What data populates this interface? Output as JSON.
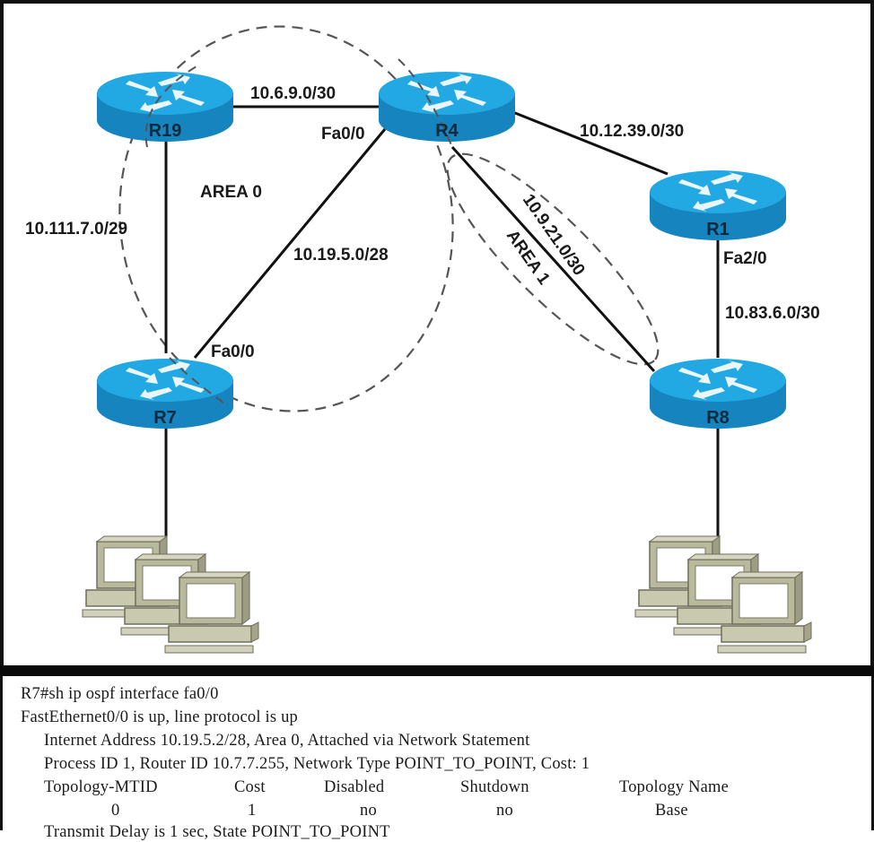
{
  "diagram": {
    "routers": [
      {
        "id": "R19",
        "label": "R19"
      },
      {
        "id": "R4",
        "label": "R4"
      },
      {
        "id": "R1",
        "label": "R1"
      },
      {
        "id": "R7",
        "label": "R7"
      },
      {
        "id": "R8",
        "label": "R8"
      }
    ],
    "links": [
      {
        "from": "R19",
        "to": "R4",
        "subnet": "10.6.9.0/30"
      },
      {
        "from": "R4",
        "to": "R1",
        "subnet": "10.12.39.0/30"
      },
      {
        "from": "R19",
        "to": "R7",
        "subnet": "10.111.7.0/29"
      },
      {
        "from": "R4",
        "to": "R7",
        "subnet": "10.19.5.0/28"
      },
      {
        "from": "R4",
        "to": "R8",
        "subnet": "10.9.21.0/30"
      },
      {
        "from": "R1",
        "to": "R8",
        "subnet": "10.83.6.0/30"
      }
    ],
    "interface_labels": {
      "r4_fa00": "Fa0/0",
      "r7_fa00": "Fa0/0",
      "r1_fa20": "Fa2/0"
    },
    "areas": {
      "area0": "AREA 0",
      "area1": "AREA 1"
    },
    "lan_groups": [
      {
        "attached_to": "R7",
        "hosts": 3
      },
      {
        "attached_to": "R8",
        "hosts": 3
      }
    ],
    "colors": {
      "router_top": "#1ea0dc",
      "router_side": "#1584bf",
      "link": "#111111",
      "area_boundary": "#555555",
      "pc_body": "#c9c9b0"
    }
  },
  "cli": {
    "lines": [
      "R7#sh ip ospf interface fa0/0",
      "FastEthernet0/0 is up, line protocol is up",
      "Internet Address 10.19.5.2/28, Area 0, Attached via Network Statement",
      "Process ID 1, Router ID 10.7.7.255, Network Type POINT_TO_POINT, Cost: 1"
    ],
    "table_headers": [
      "Topology-MTID",
      "Cost",
      "Disabled",
      "Shutdown",
      "Topology Name"
    ],
    "table_row": [
      "0",
      "1",
      "no",
      "no",
      "Base"
    ],
    "cut_line": "Transmit Delay is 1 sec, State POINT_TO_POINT"
  }
}
